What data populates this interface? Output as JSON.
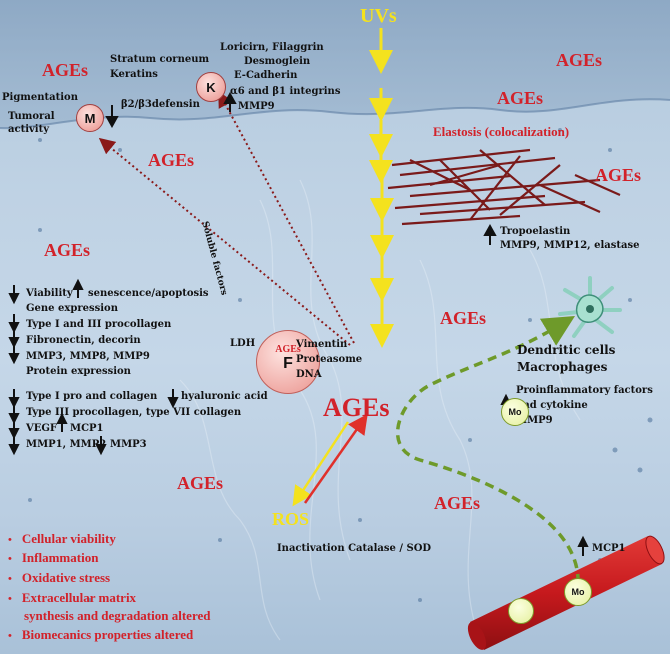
{
  "title": "UVs",
  "ages_label": "AGEs",
  "m_cell": {
    "letter": "M",
    "left": [
      "Pigmentation",
      "Tumoral",
      "activity"
    ],
    "beta": "β2/β3defensin"
  },
  "k_cell": {
    "letter": "K",
    "left": [
      "Stratum corneum",
      "Keratins"
    ],
    "right": [
      "Loricirn, Filaggrin",
      "Desmoglein",
      "E-Cadherin",
      "α6 and β1 integrins",
      "MMP9"
    ]
  },
  "elastosis": "Elastosis (colocalization)",
  "tropo": [
    "Tropoelastin",
    "MMP9, MMP12, elastase"
  ],
  "soluble": "Soluble factors",
  "f_cell": {
    "letter": "F",
    "label": "AGEs",
    "left": "LDH",
    "right": [
      "Vimentin",
      "Proteasome",
      "DNA"
    ]
  },
  "fibro_list": [
    "Viability",
    "senescence/apoptosis",
    "Gene expression",
    "Type I and III procollagen",
    "Fibronectin, decorin",
    "MMP3, MMP8, MMP9",
    "Protein expression",
    "Type I pro and collagen",
    "hyaluronic acid",
    "Type III procollagen, type VII collagen",
    "VEGF",
    "MCP1",
    "MMP1, MMP2",
    "MMP3"
  ],
  "dendritic": [
    "Dendritic cells",
    "Macrophages"
  ],
  "proinfl": [
    "Proinflammatory factors",
    "and cytokine",
    "MMP9"
  ],
  "mo": "Mo",
  "ros": "ROS",
  "inactivation": "Inactivation Catalase / SOD",
  "mcp1": "MCP1",
  "consequences": [
    "Cellular viability",
    "Inflammation",
    "Oxidative stress",
    "Extracellular matrix",
    "synthesis and degradation altered",
    "Biomecanics properties altered"
  ],
  "colors": {
    "ages": "#d2222a",
    "uv_arrow": "#f4e21e",
    "fibre": "#7a1a1a",
    "vessel": "#c6191d",
    "dashed_green": "#6e9a2a",
    "cell_fill": "#f4b7b3"
  }
}
